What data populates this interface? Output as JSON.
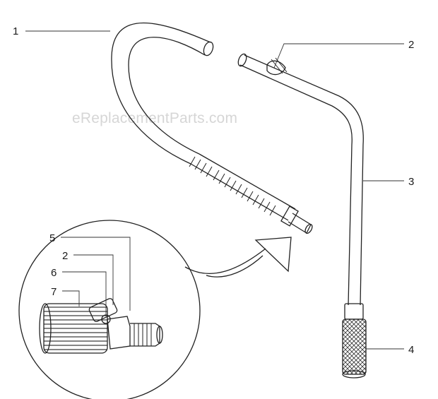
{
  "watermark": "eReplacementParts.com",
  "callouts": {
    "c1": "1",
    "c2_top": "2",
    "c3": "3",
    "c4": "4",
    "c5": "5",
    "c2_detail": "2",
    "c6": "6",
    "c7": "7"
  },
  "colors": {
    "line": "#222222",
    "watermark": "#d6d6d6",
    "background": "#ffffff"
  }
}
